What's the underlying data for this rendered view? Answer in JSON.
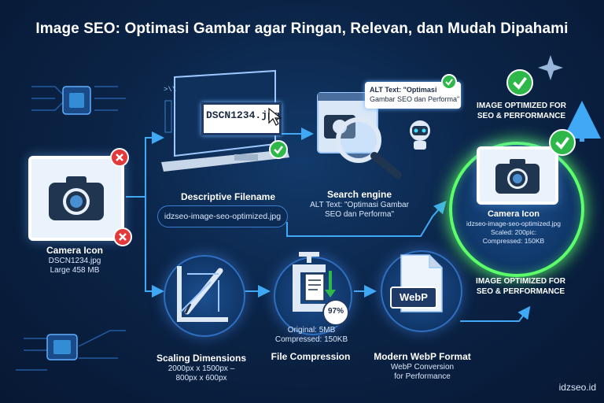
{
  "title": "Image SEO: Optimasi Gambar agar Ringan, Relevan, dan Mudah Dipahami",
  "original": {
    "name": "Camera Icon",
    "filename": "DSCN1234.jpg",
    "size": "Large 458 MB"
  },
  "filename_step": {
    "screen_text": "DSCN1234.jpg",
    "heading": "Descriptive Filename",
    "value": "idzseo-image-seo-optimized.jpg"
  },
  "search_step": {
    "bubble_line1": "ALT Text: \"Optimasi",
    "bubble_line2": "Gambar SEO dan Performa\"",
    "heading": "Search engine",
    "line1": "ALT Text: \"Optimasi Gambar",
    "line2": "SEO dan Performa\""
  },
  "optimized": {
    "headline_top_1": "IMAGE OPTIMIZED FOR",
    "headline_top_2": "SEO & PERFORMANCE",
    "name": "Camera Icon",
    "filename": "idzseo-image-seo-optimized.jpg",
    "scaled": "Scaled: 200pic:",
    "compressed": "Compressed: 150KB",
    "headline_bottom_1": "IMAGE OPTIMIZED FOR",
    "headline_bottom_2": "SEO & PERFORMANCE"
  },
  "scaling": {
    "heading": "Scaling Dimensions",
    "line1": "2000px x 1500px –",
    "line2": "800px x 600px"
  },
  "compression": {
    "percent": "97%",
    "original": "Original: 5MB",
    "compressed": "Compressed: 150KB",
    "heading": "File Compression"
  },
  "webp": {
    "label": "WebP",
    "heading": "Modern WebP Format",
    "line1": "WebP Conversion",
    "line2": "for Performance"
  },
  "footer": "idzseo.id",
  "colors": {
    "accent": "#3fa9f5",
    "success": "#2fb84a",
    "error": "#e23a3a",
    "glow": "#5cff6a"
  }
}
